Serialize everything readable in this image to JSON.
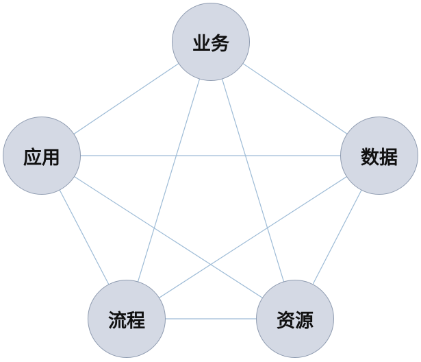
{
  "diagram": {
    "nodes": [
      {
        "id": "yewu",
        "label": "业务"
      },
      {
        "id": "shuju",
        "label": "数据"
      },
      {
        "id": "ziyuan",
        "label": "资源"
      },
      {
        "id": "liucheng",
        "label": "流程"
      },
      {
        "id": "yingyong",
        "label": "应用"
      }
    ],
    "edges": [
      [
        "yewu",
        "shuju"
      ],
      [
        "shuju",
        "ziyuan"
      ],
      [
        "ziyuan",
        "liucheng"
      ],
      [
        "liucheng",
        "yingyong"
      ],
      [
        "yingyong",
        "yewu"
      ],
      [
        "yewu",
        "ziyuan"
      ],
      [
        "yewu",
        "liucheng"
      ],
      [
        "shuju",
        "yingyong"
      ],
      [
        "shuju",
        "liucheng"
      ],
      [
        "ziyuan",
        "yingyong"
      ]
    ],
    "colors": {
      "node_fill": "#d4d9e4",
      "node_border": "#8e9bb0",
      "edge": "#9dbbd6"
    }
  }
}
